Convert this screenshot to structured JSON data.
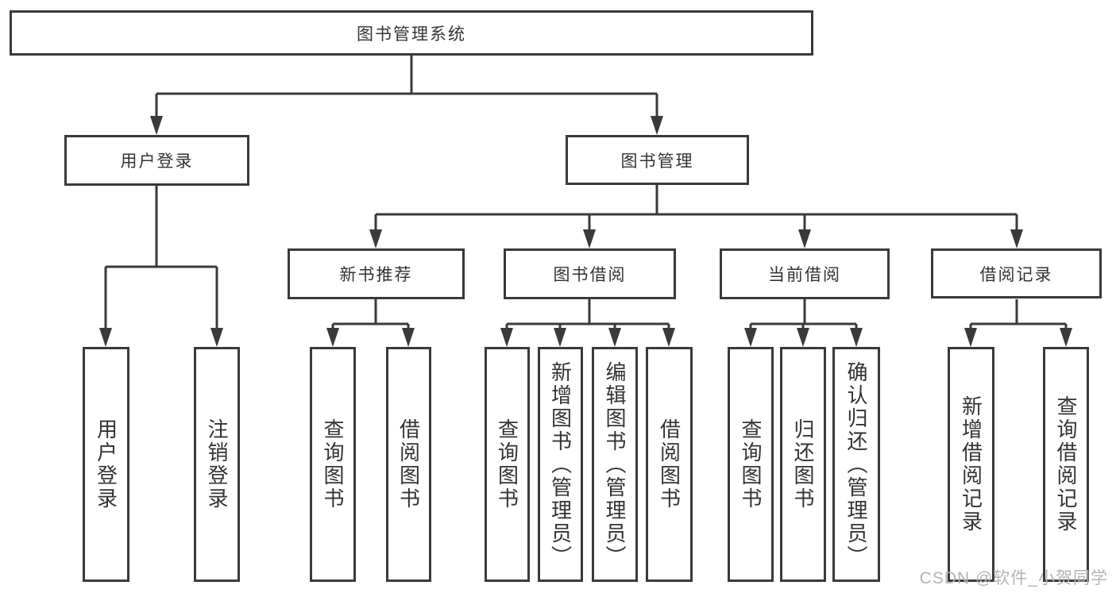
{
  "diagram_title": "图书管理系统",
  "colors": {
    "line": "#3a3a3a",
    "text": "#333333",
    "box_background": "#ffffff",
    "page_background": "#ffffff",
    "watermark": "#b3b3b3"
  },
  "nodes": {
    "root": {
      "label": "图书管理系统"
    },
    "user_login": {
      "label": "用户登录"
    },
    "book_mgmt": {
      "label": "图书管理"
    },
    "new_book_rec": {
      "label": "新书推荐"
    },
    "book_borrow": {
      "label": "图书借阅"
    },
    "current_borrow": {
      "label": "当前借阅"
    },
    "borrow_records": {
      "label": "借阅记录"
    },
    "leaf_user_login": {
      "label": "用户登录"
    },
    "leaf_logout": {
      "label": "注销登录"
    },
    "nb_query_book": {
      "label": "查询图书"
    },
    "nb_borrow_book": {
      "label": "借阅图书"
    },
    "bb_query_book": {
      "label": "查询图书"
    },
    "bb_add_book": {
      "label": "新增图书（管理员）"
    },
    "bb_edit_book": {
      "label": "编辑图书（管理员）"
    },
    "bb_borrow_book": {
      "label": "借阅图书"
    },
    "cb_query_book": {
      "label": "查询图书"
    },
    "cb_return_book": {
      "label": "归还图书"
    },
    "cb_confirm_return": {
      "label": "确认归还（管理员）"
    },
    "br_add_record": {
      "label": "新增借阅记录"
    },
    "br_query_record": {
      "label": "查询借阅记录"
    }
  },
  "hierarchy": {
    "图书管理系统": {
      "用户登录": [
        "用户登录",
        "注销登录"
      ],
      "图书管理": {
        "新书推荐": [
          "查询图书",
          "借阅图书"
        ],
        "图书借阅": [
          "查询图书",
          "新增图书（管理员）",
          "编辑图书（管理员）",
          "借阅图书"
        ],
        "当前借阅": [
          "查询图书",
          "归还图书",
          "确认归还（管理员）"
        ],
        "借阅记录": [
          "新增借阅记录",
          "查询借阅记录"
        ]
      }
    }
  },
  "watermark": {
    "text": "CSDN @软件_小贺同学"
  }
}
